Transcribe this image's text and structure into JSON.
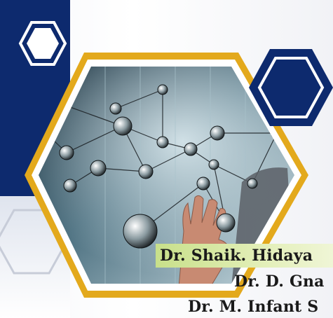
{
  "names": {
    "line1": "Dr. Shaik. Hidaya",
    "line2": "Dr. D. Gna",
    "line3": "Dr. M. Infant S"
  },
  "colors": {
    "navy": "#0d2a6e",
    "gold": "#e3a91c",
    "name_highlight": "#c8e08a"
  },
  "illustration": {
    "subject": "molecular-network-photo",
    "icons": [
      "hexagon-frame-icon",
      "hexagon-outline-icon",
      "hand-icon"
    ]
  }
}
